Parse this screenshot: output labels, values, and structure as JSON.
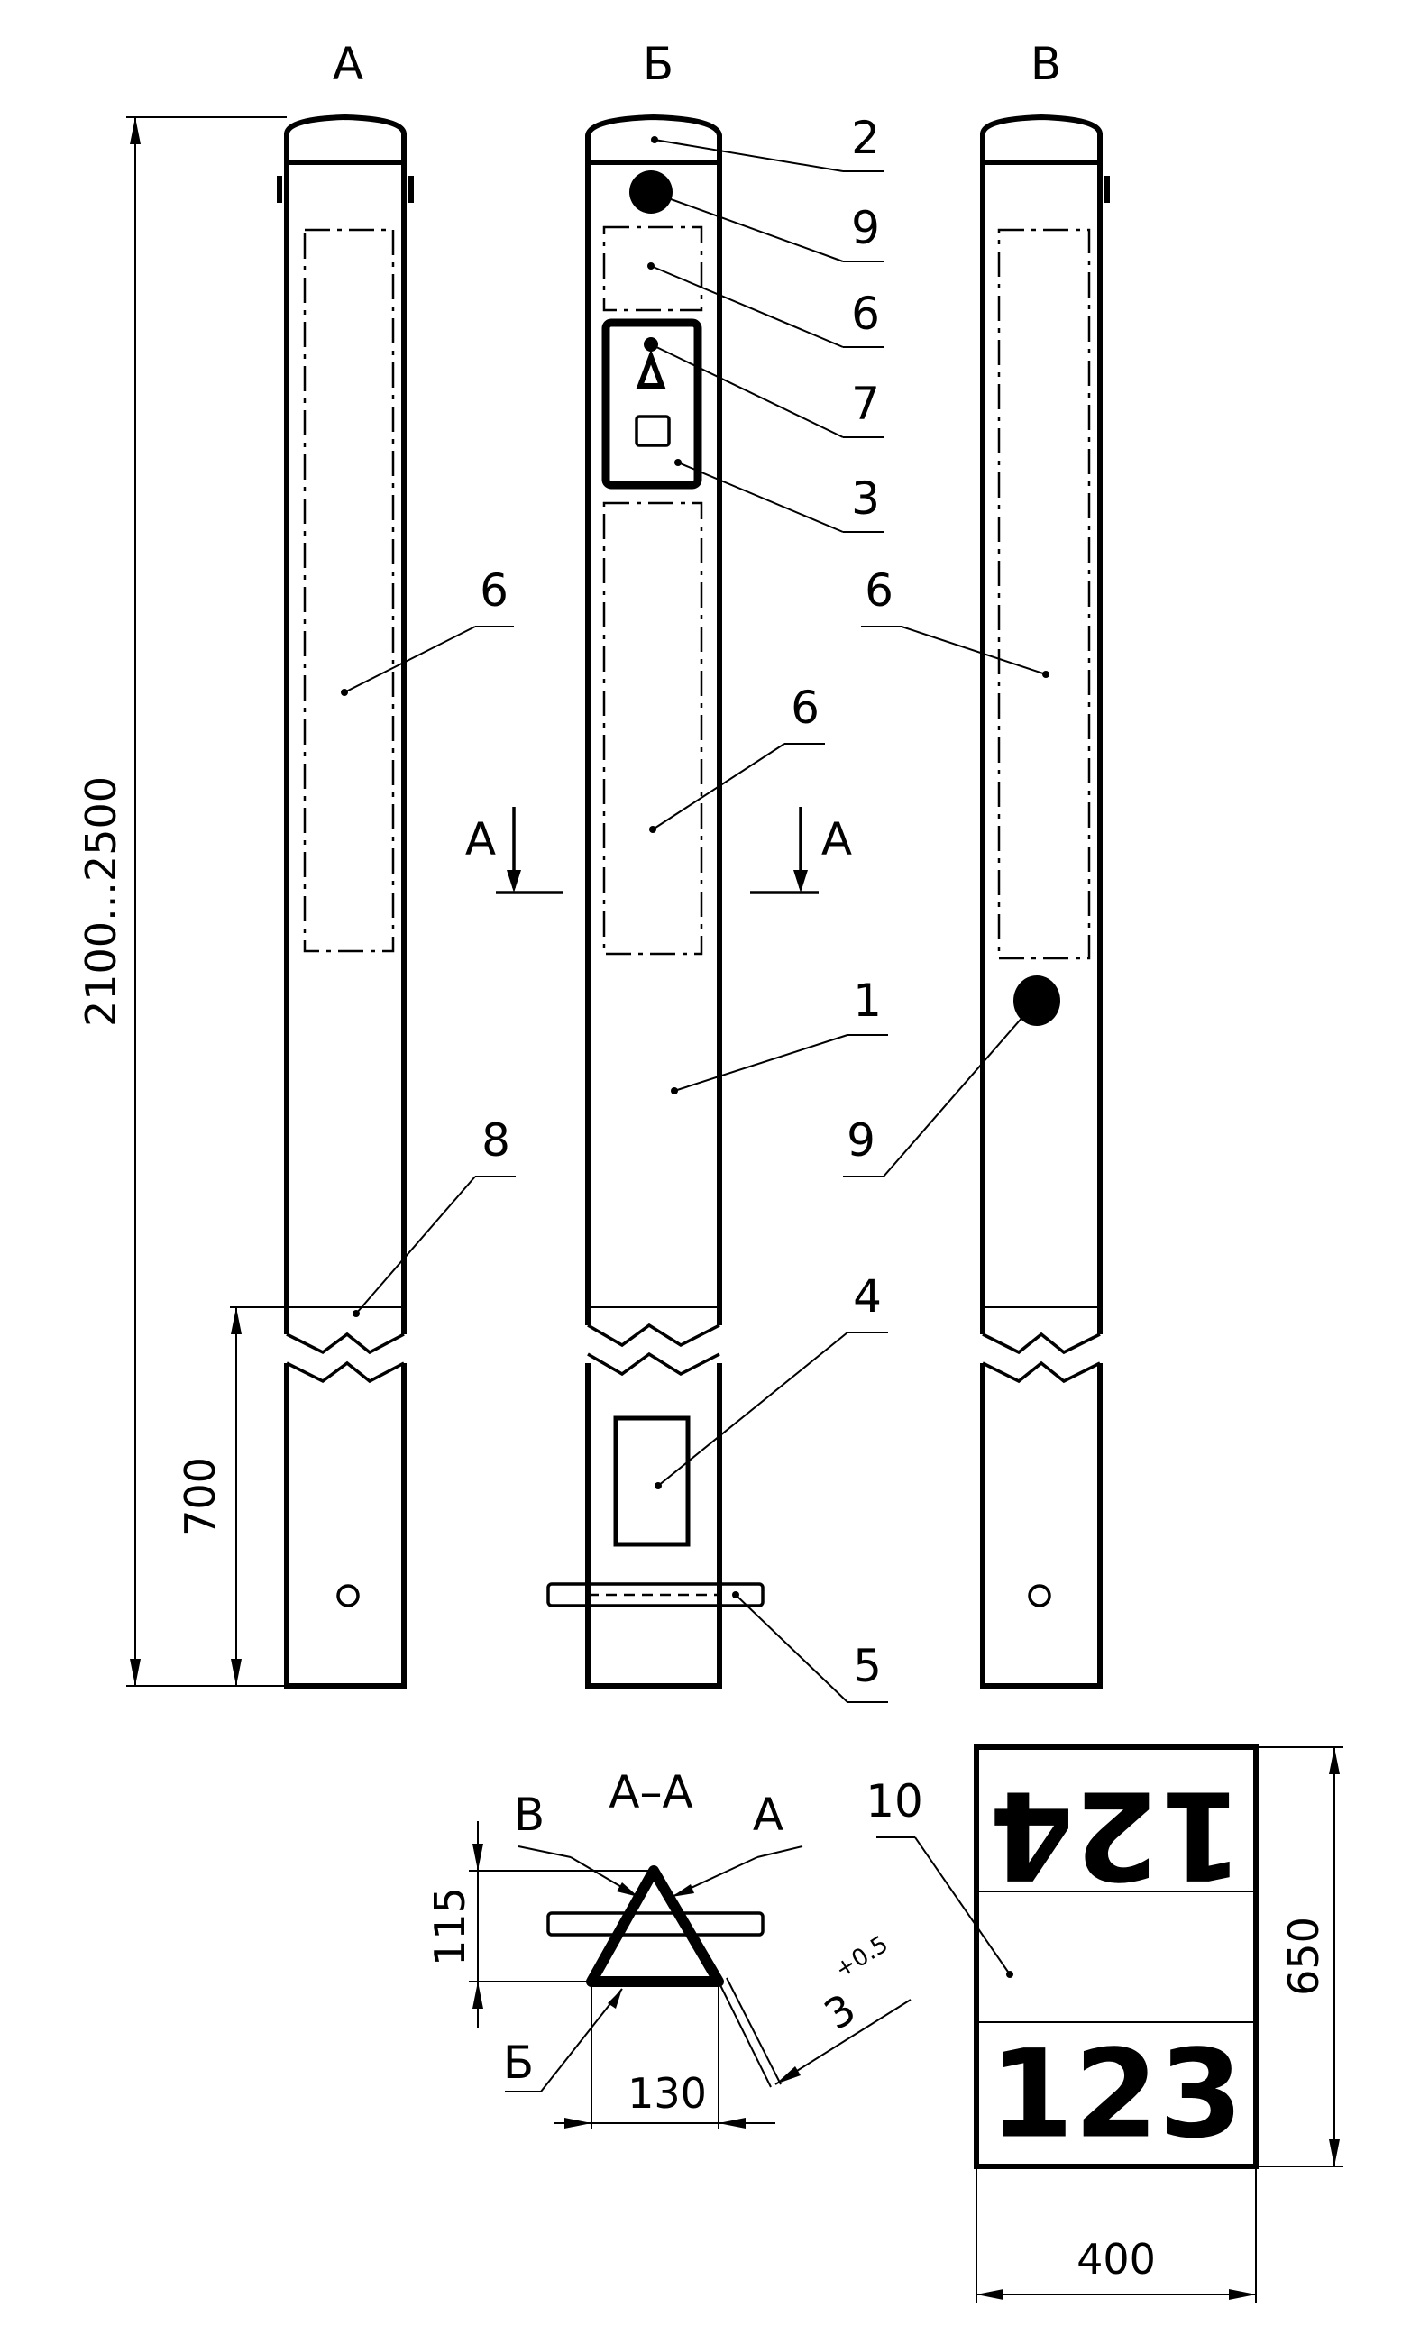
{
  "views": {
    "view_a": "А",
    "view_b": "Б",
    "view_c": "В"
  },
  "callouts": {
    "c2": "2",
    "c9_top": "9",
    "c6_top": "6",
    "c7": "7",
    "c3": "3",
    "c6_left": "6",
    "c6_right": "6",
    "c6_mid": "6",
    "c1": "1",
    "c9_right": "9",
    "c8": "8",
    "c4": "4",
    "c5": "5",
    "c10": "10"
  },
  "section_marks": {
    "left": "А",
    "right": "А"
  },
  "dimensions": {
    "overall_height": "2100...2500",
    "lower_part": "700",
    "section_height": "115",
    "section_width": "130",
    "thickness": "3",
    "thickness_tol": "+0.5",
    "plate_height": "650",
    "plate_width": "400"
  },
  "section": {
    "title": "А–А",
    "label_b": "В",
    "label_a": "А",
    "label_bottom": "Б"
  },
  "plate": {
    "top_number": "124",
    "bottom_number": "123"
  }
}
